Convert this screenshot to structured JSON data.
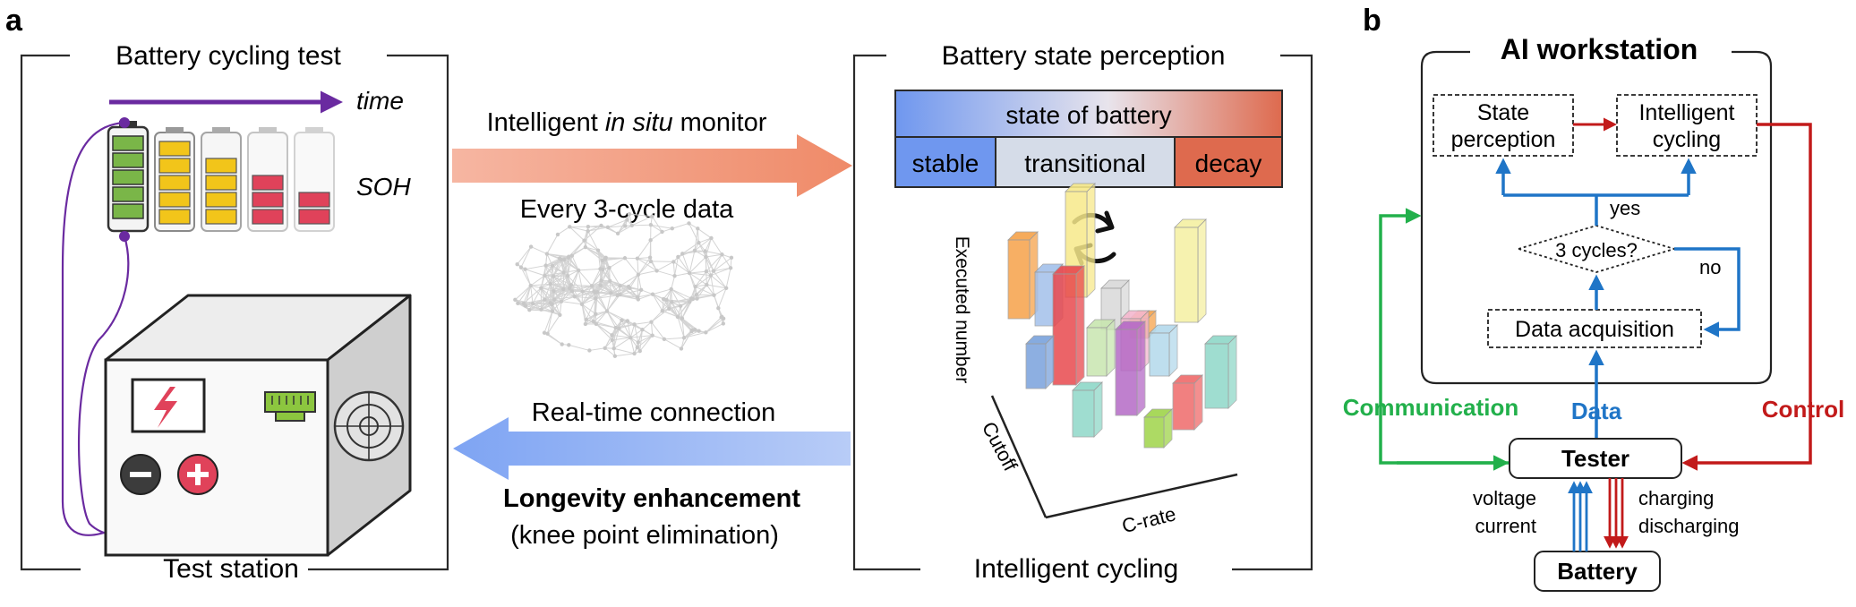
{
  "panel_a": {
    "label": "a",
    "battery_test": {
      "title": "Battery cycling test",
      "time_label": "time",
      "soh_label": "SOH",
      "footer": "Test station"
    },
    "arrow_top": {
      "label_pre": "Intelligent ",
      "label_italic": "in situ",
      "label_post": " monitor",
      "sub_label": "Every 3-cycle data",
      "color": "#f1896b"
    },
    "arrow_bottom": {
      "label": "Real-time connection",
      "bold_label": "Longevity enhancement",
      "sub_label": "(knee point elimination)",
      "color": "#8fb0f5"
    },
    "perception": {
      "title": "Battery state perception",
      "state_header": "state of battery",
      "states": [
        "stable",
        "transitional",
        "decay"
      ],
      "footer": "Intelligent cycling",
      "chart_axes": {
        "vertical": "Executed number",
        "depth": "Cutoff",
        "horizontal": "C-rate"
      }
    }
  },
  "panel_b": {
    "label": "b",
    "workstation_title": "AI workstation",
    "state_perception": [
      "State",
      "perception"
    ],
    "intelligent_cycling": [
      "Intelligent",
      "cycling"
    ],
    "decision": "3 cycles?",
    "yes": "yes",
    "no": "no",
    "data_acquisition": "Data acquisition",
    "communication": "Communication",
    "data": "Data",
    "control": "Control",
    "tester": "Tester",
    "battery": "Battery",
    "up_labels": [
      "voltage",
      "current"
    ],
    "down_labels": [
      "charging",
      "discharging"
    ],
    "colors": {
      "communication": "#22b04b",
      "data": "#1f75c7",
      "control": "#c21a1a"
    }
  }
}
